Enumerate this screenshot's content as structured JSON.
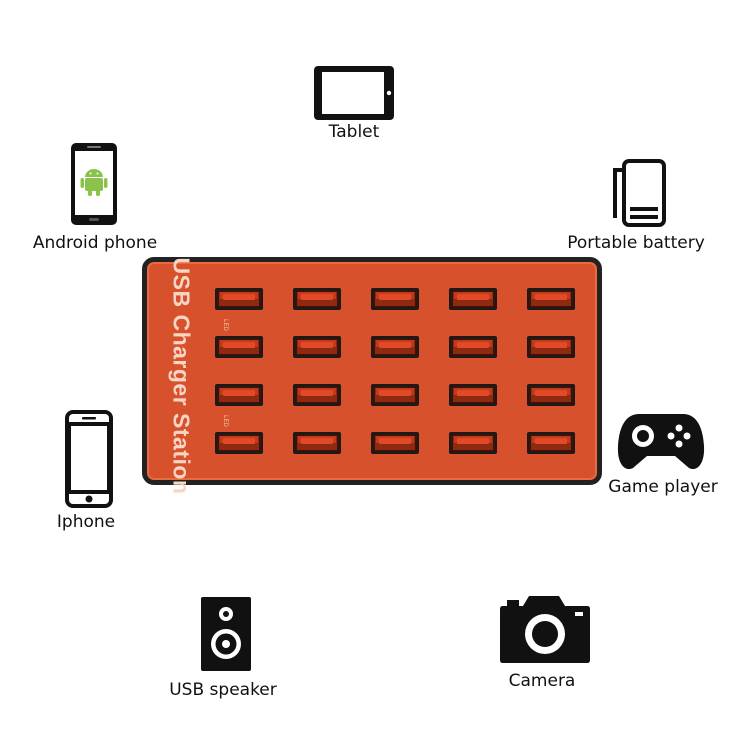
{
  "devices": {
    "tablet": {
      "label": "Tablet",
      "icon": "tablet-icon"
    },
    "android": {
      "label": "Android phone",
      "icon": "android-phone-icon"
    },
    "battery": {
      "label": "Portable battery",
      "icon": "portable-battery-icon"
    },
    "iphone": {
      "label": "Iphone",
      "icon": "iphone-icon"
    },
    "game": {
      "label": "Game player",
      "icon": "gamepad-icon"
    },
    "speaker": {
      "label": "USB speaker",
      "icon": "speaker-icon"
    },
    "camera": {
      "label": "Camera",
      "icon": "camera-icon"
    }
  },
  "charger": {
    "brand": "USB Charger Station",
    "led_label": "LED",
    "port_rows": 4,
    "port_cols": 5,
    "body_color": "#d7522c",
    "frame_color": "#222222"
  },
  "colors": {
    "android_green": "#8bc34a",
    "icon_black": "#111111"
  }
}
